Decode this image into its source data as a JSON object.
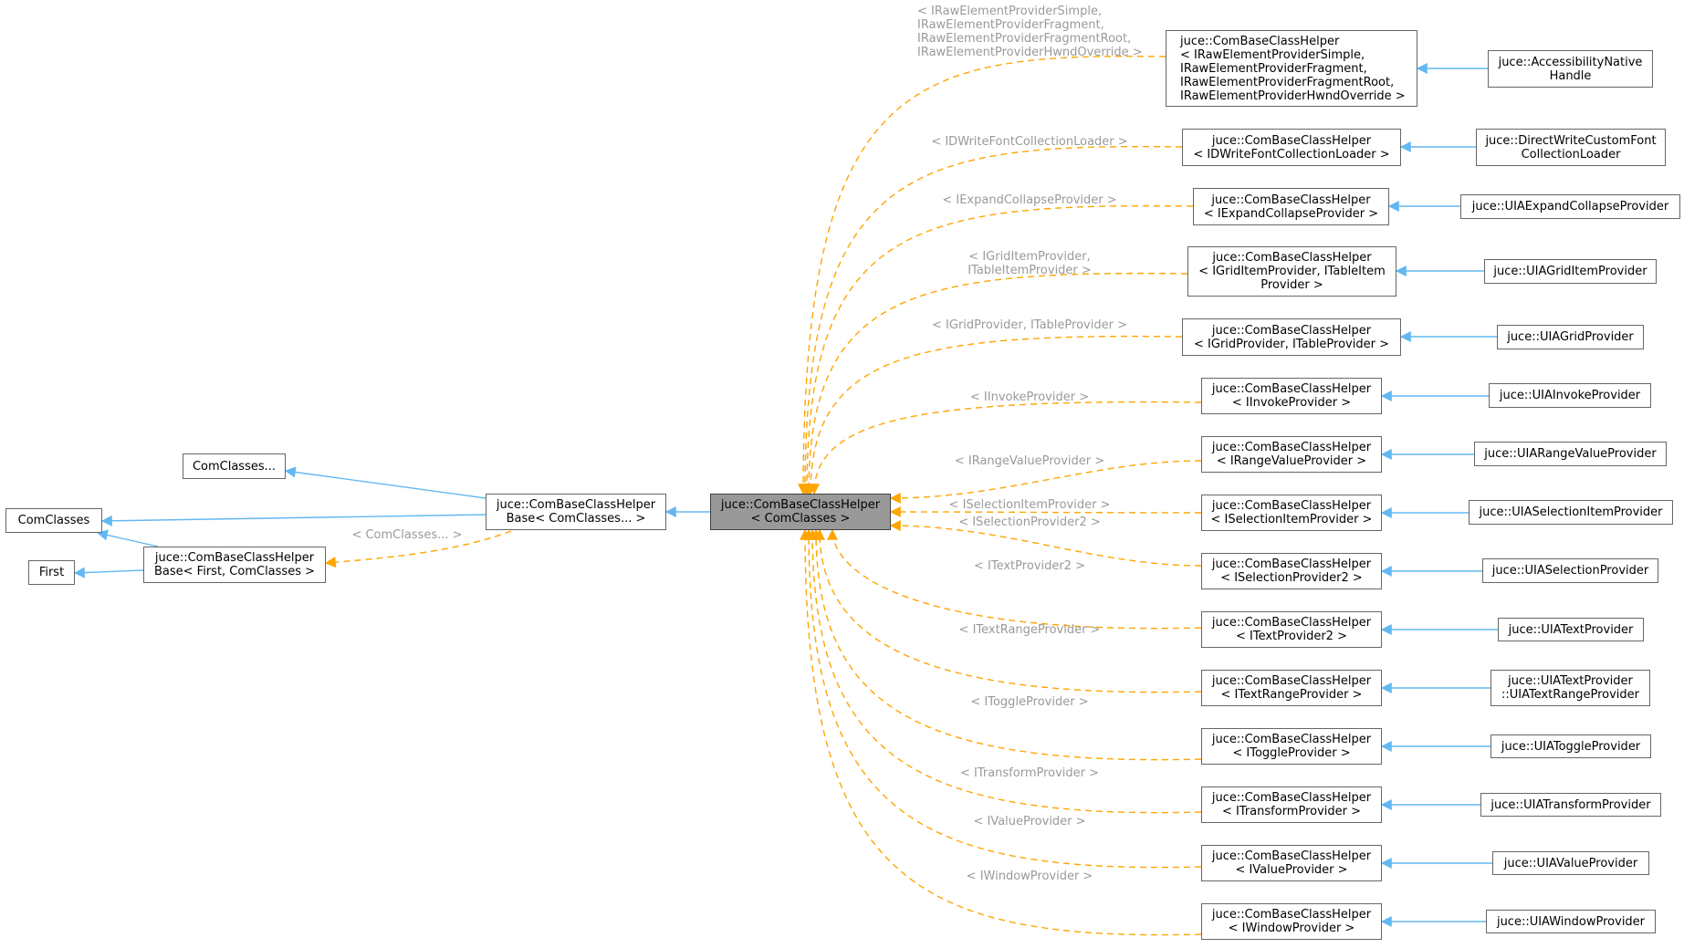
{
  "colors": {
    "inherit_edge": "#63b8f1",
    "template_edge": "#ffa500",
    "focus_fill": "#999999",
    "label_text": "#9a9a9a"
  },
  "nodes": {
    "comclasses": "ComClasses",
    "first": "First",
    "comclasses_pack": "ComClasses...",
    "helper_base_pack": "juce::ComBaseClassHelper\nBase< ComClasses... >",
    "helper_base_first": "juce::ComBaseClassHelper\nBase< First, ComClasses >",
    "helper_main": "juce::ComBaseClassHelper\n< ComClasses >",
    "h_raw": "juce::ComBaseClassHelper\n< IRawElementProviderSimple,\nIRawElementProviderFragment,\nIRawElementProviderFragmentRoot,\nIRawElementProviderHwndOverride >",
    "h_dwrite": "juce::ComBaseClassHelper\n< IDWriteFontCollectionLoader >",
    "h_expand": "juce::ComBaseClassHelper\n< IExpandCollapseProvider >",
    "h_griditem": "juce::ComBaseClassHelper\n< IGridItemProvider, ITableItem\nProvider >",
    "h_grid": "juce::ComBaseClassHelper\n< IGridProvider, ITableProvider >",
    "h_invoke": "juce::ComBaseClassHelper\n< IInvokeProvider >",
    "h_range": "juce::ComBaseClassHelper\n< IRangeValueProvider >",
    "h_selitem": "juce::ComBaseClassHelper\n< ISelectionItemProvider >",
    "h_sel2": "juce::ComBaseClassHelper\n< ISelectionProvider2 >",
    "h_text2": "juce::ComBaseClassHelper\n< ITextProvider2 >",
    "h_textrange": "juce::ComBaseClassHelper\n< ITextRangeProvider >",
    "h_toggle": "juce::ComBaseClassHelper\n< IToggleProvider >",
    "h_transform": "juce::ComBaseClassHelper\n< ITransformProvider >",
    "h_value": "juce::ComBaseClassHelper\n< IValueProvider >",
    "h_window": "juce::ComBaseClassHelper\n< IWindowProvider >",
    "d_access": "juce::AccessibilityNative\nHandle",
    "d_dwrite": "juce::DirectWriteCustomFont\nCollectionLoader",
    "d_expand": "juce::UIAExpandCollapseProvider",
    "d_griditem": "juce::UIAGridItemProvider",
    "d_grid": "juce::UIAGridProvider",
    "d_invoke": "juce::UIAInvokeProvider",
    "d_range": "juce::UIARangeValueProvider",
    "d_selitem": "juce::UIASelectionItemProvider",
    "d_sel": "juce::UIASelectionProvider",
    "d_text": "juce::UIATextProvider",
    "d_textrange": "juce::UIATextProvider\n::UIATextRangeProvider",
    "d_toggle": "juce::UIAToggleProvider",
    "d_transform": "juce::UIATransformProvider",
    "d_value": "juce::UIAValueProvider",
    "d_window": "juce::UIAWindowProvider"
  },
  "edge_labels": {
    "base": "< ComClasses... >",
    "raw": "< IRawElementProviderSimple,\nIRawElementProviderFragment,\nIRawElementProviderFragmentRoot,\nIRawElementProviderHwndOverride >",
    "dwrite": "< IDWriteFontCollectionLoader >",
    "expand": "< IExpandCollapseProvider >",
    "griditem": "< IGridItemProvider,\nITableItemProvider >",
    "grid": "< IGridProvider, ITableProvider >",
    "invoke": "< IInvokeProvider >",
    "range": "< IRangeValueProvider >",
    "selitem": "< ISelectionItemProvider >",
    "sel2": "< ISelectionProvider2 >",
    "text2": "< ITextProvider2 >",
    "textrange": "< ITextRangeProvider >",
    "toggle": "< IToggleProvider >",
    "transform": "< ITransformProvider >",
    "value": "< IValueProvider >",
    "window": "< IWindowProvider >"
  }
}
